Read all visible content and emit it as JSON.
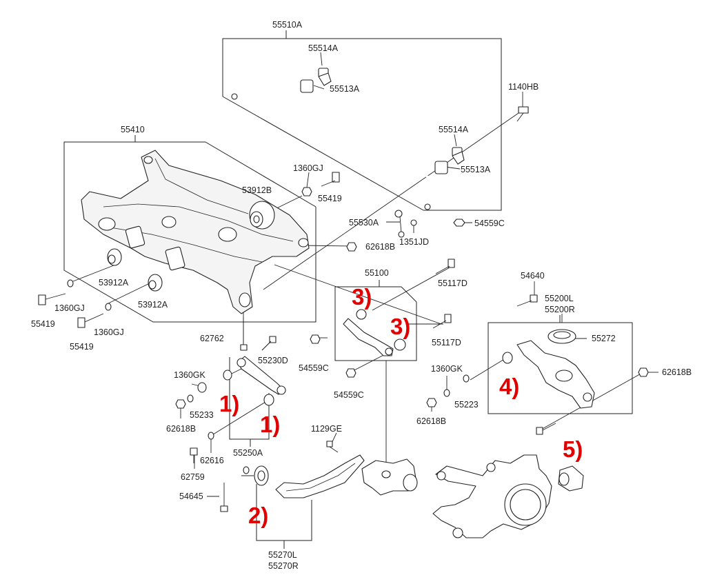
{
  "diagram": {
    "part_labels": {
      "p55510A": "55510A",
      "p55514A_top": "55514A",
      "p55513A_top": "55513A",
      "p1140HB": "1140HB",
      "p55514A_right": "55514A",
      "p55513A_right": "55513A",
      "p55410": "55410",
      "p1360GJ_top": "1360GJ",
      "p53912B": "53912B",
      "p55419_top": "55419",
      "p55530A": "55530A",
      "p54559C_top": "54559C",
      "p1351JD": "1351JD",
      "p62618B_mid": "62618B",
      "p55100": "55100",
      "p55117D_top": "55117D",
      "p53912A_left": "53912A",
      "p53912A_mid": "53912A",
      "p1360GJ_left": "1360GJ",
      "p55419_left": "55419",
      "p1360GJ_mid": "1360GJ",
      "p55419_mid": "55419",
      "p54640": "54640",
      "p55200L": "55200L",
      "p55200R": "55200R",
      "p55272": "55272",
      "p62762": "62762",
      "p55230D": "55230D",
      "p55117D_mid": "55117D",
      "p54559C_mid": "54559C",
      "p1360GK_left": "1360GK",
      "p55233": "55233",
      "p1360GK_right": "1360GK",
      "p62618B_right": "62618B",
      "p54559C_low": "54559C",
      "p55223": "55223",
      "p62618B_left": "62618B",
      "p62618B_low": "62618B",
      "p1129GE": "1129GE",
      "p62616": "62616",
      "p55250A": "55250A",
      "p62759": "62759",
      "p54645": "54645",
      "p55270L": "55270L",
      "p55270R": "55270R"
    },
    "markers": {
      "m1a": "1)",
      "m1b": "1)",
      "m2": "2)",
      "m3a": "3)",
      "m3b": "3)",
      "m4": "4)",
      "m5": "5)"
    },
    "colors": {
      "marker": "#e10000",
      "linework": "#222222",
      "background": "#ffffff"
    }
  }
}
